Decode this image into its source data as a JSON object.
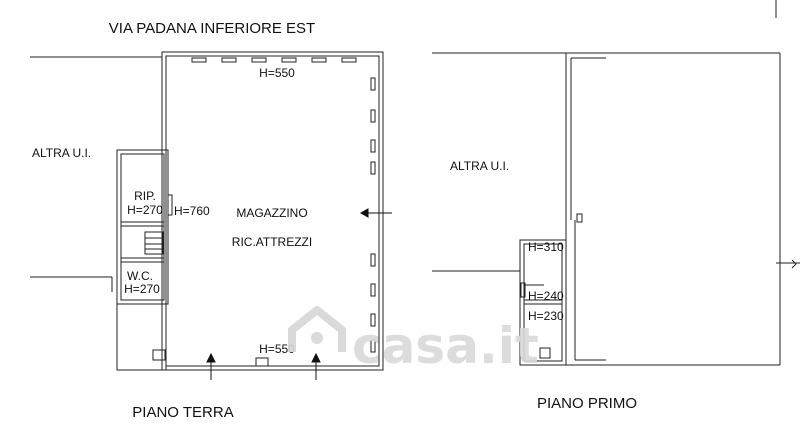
{
  "street_label": "VIA PADANA INFERIORE EST",
  "ground_floor": {
    "title": "PIANO TERRA",
    "neighbor_label": "ALTRA U.I.",
    "rooms": {
      "main_name": "MAGAZZINO",
      "main_use": "RIC.ATTREZZI",
      "storage_name": "RIP.",
      "storage_height": "H=270",
      "wc_name": "W.C.",
      "wc_height": "H=270"
    },
    "heights": {
      "top": "H=550",
      "bottom": "H=550",
      "side": "H=760"
    }
  },
  "first_floor": {
    "title": "PIANO PRIMO",
    "neighbor_label": "ALTRA U.I.",
    "heights": [
      "H=310",
      "H=240",
      "H=230"
    ]
  },
  "watermark": "casa.it",
  "colors": {
    "line": "#222222",
    "watermark": "#d9d9d9"
  }
}
